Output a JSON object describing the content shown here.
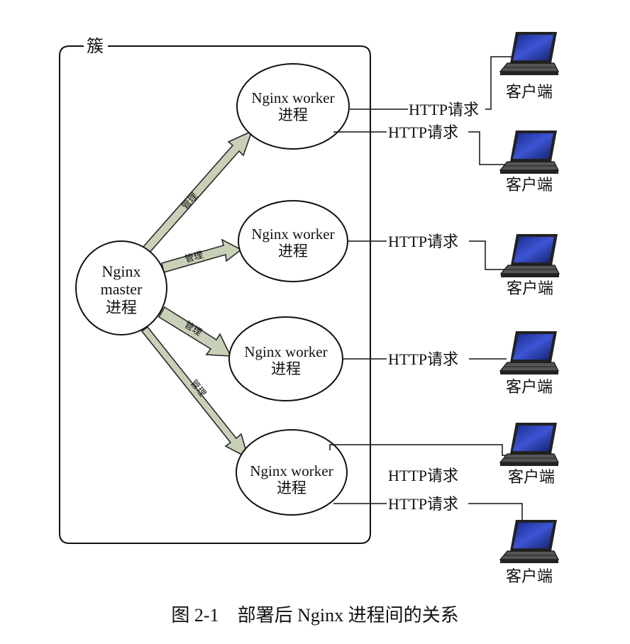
{
  "cluster_label": "簇",
  "master": {
    "line1": "Nginx",
    "line2": "master",
    "line3": "进程"
  },
  "workers": [
    {
      "line1": "Nginx worker",
      "line2": "进程"
    },
    {
      "line1": "Nginx worker",
      "line2": "进程"
    },
    {
      "line1": "Nginx worker",
      "line2": "进程"
    },
    {
      "line1": "Nginx worker",
      "line2": "进程"
    }
  ],
  "arrow_label": "管理",
  "requests": [
    "HTTP请求",
    "HTTP请求",
    "HTTP请求",
    "HTTP请求",
    "HTTP请求",
    "HTTP请求"
  ],
  "clients": [
    "客户端",
    "客户端",
    "客户端",
    "客户端",
    "客户端",
    "客户端"
  ],
  "caption": "图 2-1　部署后 Nginx 进程间的关系"
}
